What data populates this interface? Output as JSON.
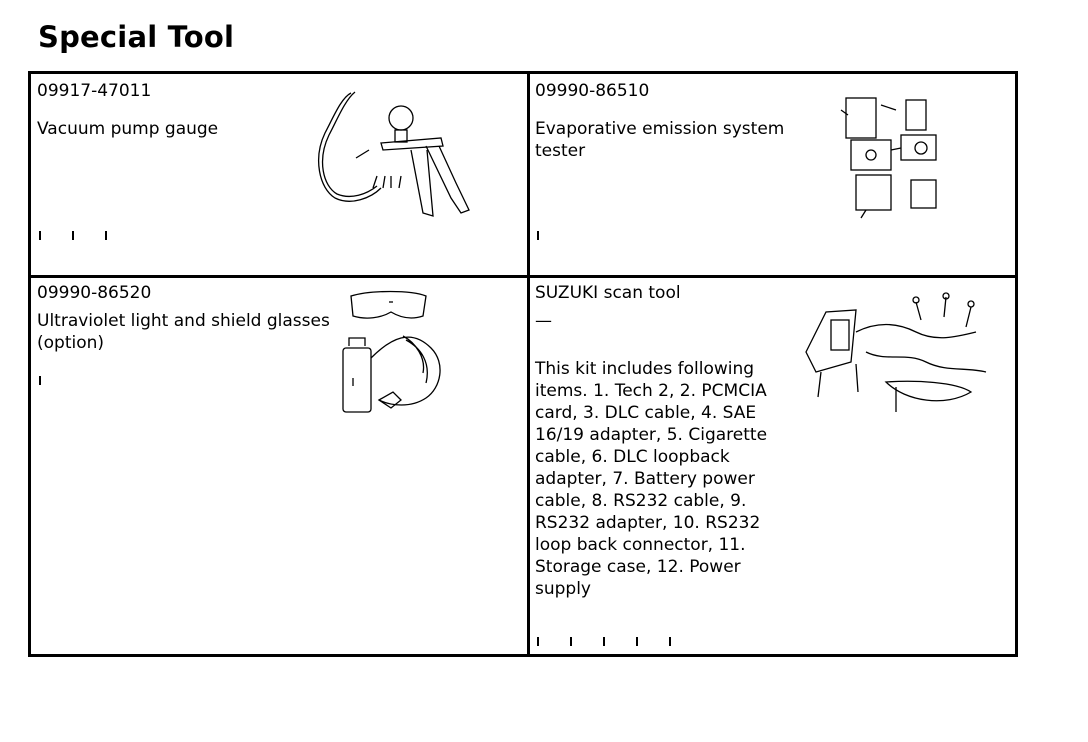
{
  "page": {
    "title": "Special Tool"
  },
  "tools": [
    {
      "part_number": "09917-47011",
      "name": "Vacuum pump gauge",
      "image_icon": "vacuum-pump-gauge-illustration"
    },
    {
      "part_number": "09990-86510",
      "name": "Evaporative emission system tester",
      "image_icon": "emission-tester-illustration"
    },
    {
      "part_number": "09990-86520",
      "name": "Ultraviolet light and shield glasses (option)",
      "image_icon": "uv-light-glasses-illustration"
    },
    {
      "part_number": "SUZUKI scan tool",
      "name": "—",
      "description": "This kit includes following items. 1. Tech 2, 2. PCMCIA card, 3. DLC cable, 4. SAE 16/19 adapter, 5. Cigarette cable, 6. DLC loopback adapter, 7. Battery power cable, 8. RS232 cable, 9. RS232 adapter, 10. RS232 loop back connector, 11. Storage case, 12. Power supply",
      "image_icon": "scan-tool-kit-illustration"
    }
  ]
}
